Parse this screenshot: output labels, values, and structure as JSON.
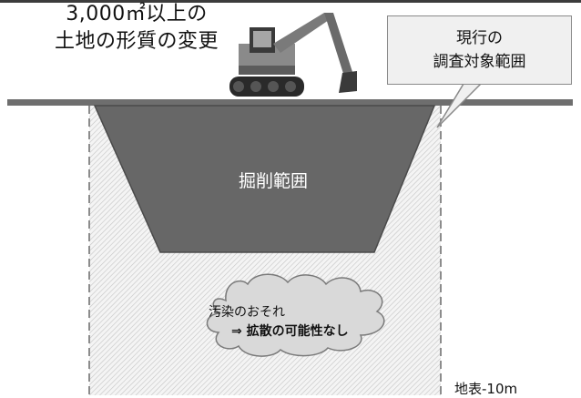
{
  "title": {
    "line1": "3,000㎡以上の",
    "line2": "土地の形質の変更"
  },
  "callout": {
    "line1": "現行の",
    "line2": "調査対象範囲"
  },
  "excavation": {
    "label": "掘削範囲"
  },
  "cloud": {
    "line1": "汚染のおそれ",
    "line2": "⇒ 拡散の可能性なし"
  },
  "depth_label": "地表-10m",
  "icons": {
    "machine": "excavator-icon"
  },
  "colors": {
    "ground": "#6e6e6e",
    "excavation": "#676767",
    "cloud": "#d9d9d9",
    "callout_bg": "#f0f0f0"
  }
}
